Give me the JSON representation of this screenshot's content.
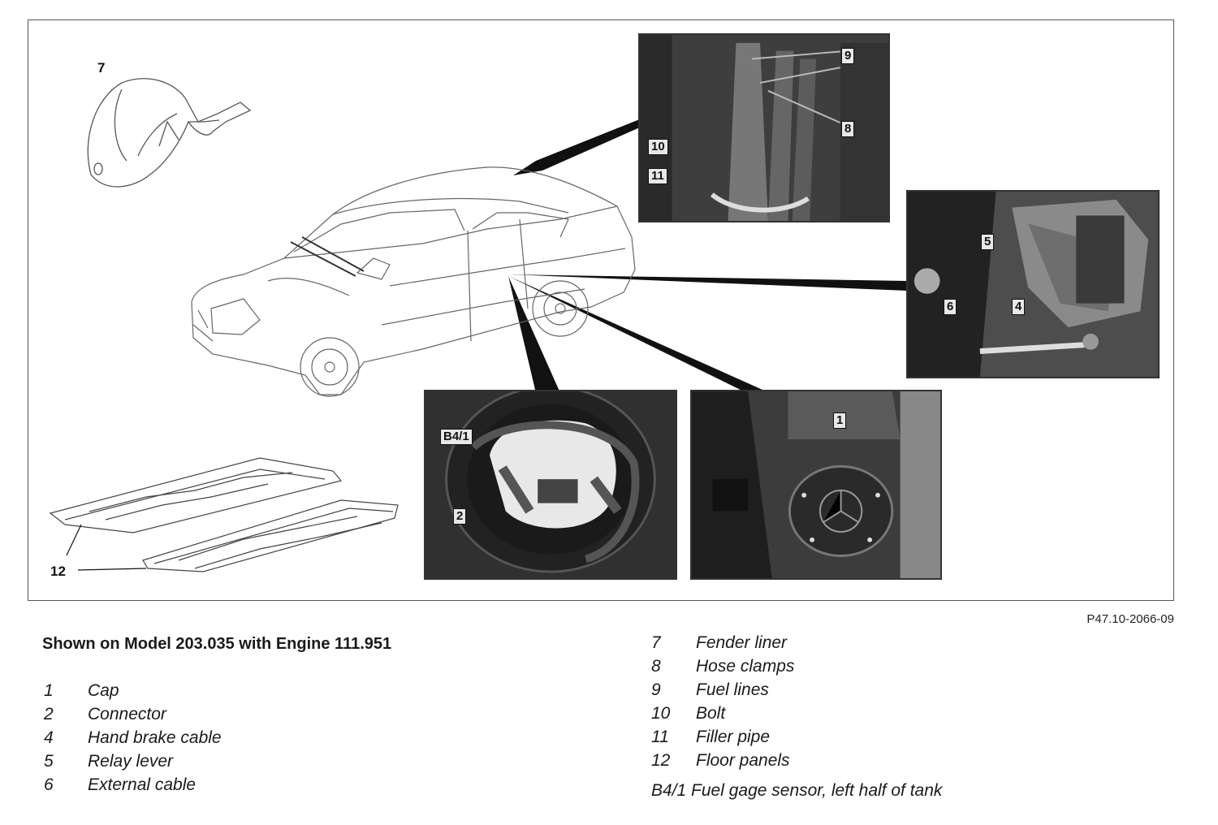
{
  "figure": {
    "id": "P47.10-2066-09",
    "callouts": {
      "fender_liner": "7",
      "floor_panels": "12",
      "fuel_lines": "9",
      "hose_clamps": "8",
      "bolt": "10",
      "filler_pipe": "11",
      "relay_lever": "5",
      "external_cable": "6",
      "hand_brake_cable": "4",
      "fuel_gage_sensor": "B4/1",
      "connector": "2",
      "cap": "1"
    }
  },
  "caption": {
    "title": "Shown on Model 203.035 with Engine 111.951",
    "legend_left": [
      {
        "num": "1",
        "text": "Cap"
      },
      {
        "num": "2",
        "text": "Connector"
      },
      {
        "num": "4",
        "text": "Hand brake cable"
      },
      {
        "num": "5",
        "text": "Relay lever"
      },
      {
        "num": "6",
        "text": "External cable"
      }
    ],
    "legend_right": [
      {
        "num": "7",
        "text": "Fender liner"
      },
      {
        "num": "8",
        "text": "Hose clamps"
      },
      {
        "num": "9",
        "text": "Fuel lines"
      },
      {
        "num": "10",
        "text": "Bolt"
      },
      {
        "num": "11",
        "text": "Filler pipe"
      },
      {
        "num": "12",
        "text": "Floor panels"
      }
    ],
    "sensor_note": "B4/1 Fuel gage sensor, left half of tank"
  }
}
